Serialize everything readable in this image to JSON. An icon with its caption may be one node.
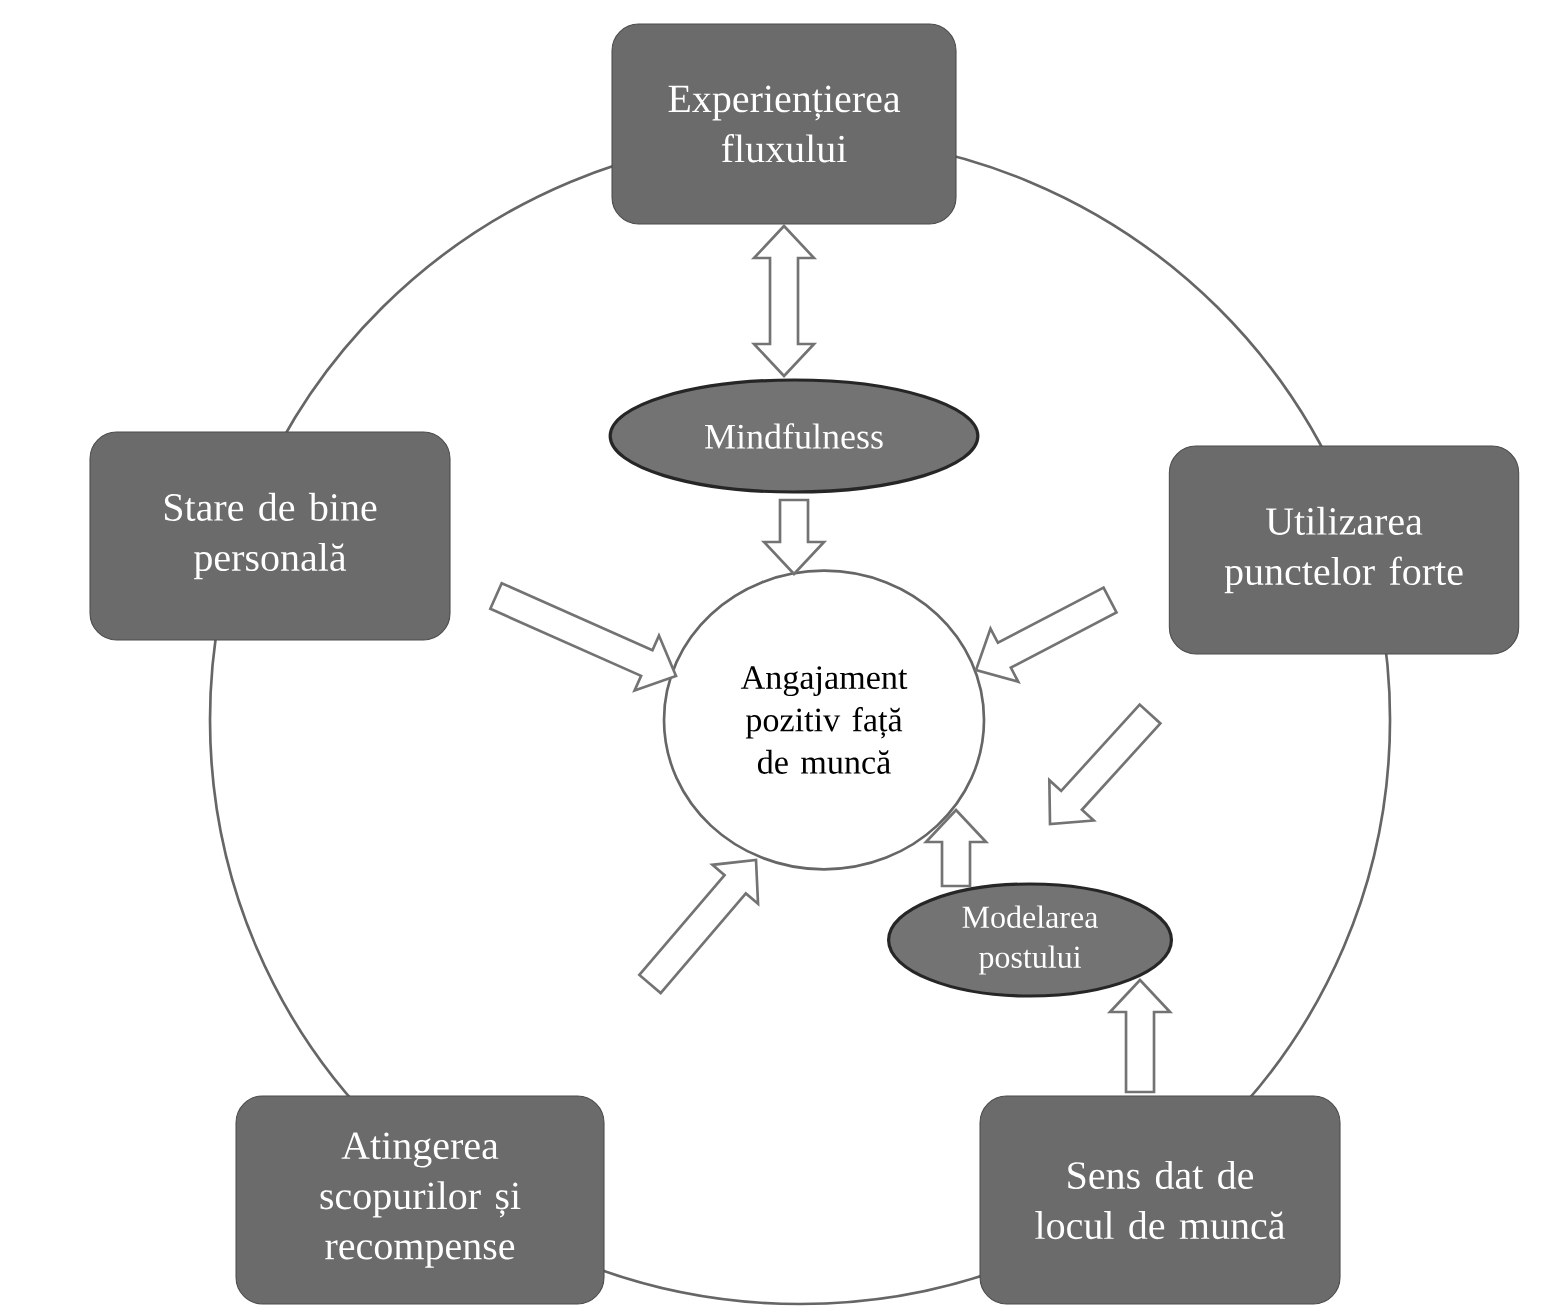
{
  "diagram": {
    "nodes": [
      {
        "text": [
          "Experiențierea fluxului"
        ]
      },
      {
        "text": [
          "Mindfulness"
        ]
      },
      {
        "text": [
          "Stare de bine personală"
        ]
      },
      {
        "text": [
          "Utilizarea punctelor forte"
        ]
      },
      {
        "text": [
          "Angajament pozitiv față de muncă"
        ]
      },
      {
        "text": [
          "Modelarea postului"
        ]
      },
      {
        "text": [
          "Atingerea scopurilor și recompense"
        ]
      },
      {
        "text": [
          "Sens dat de locul de muncă"
        ]
      }
    ],
    "edges": [
      {
        "from": 0,
        "to": 1,
        "arrow": "both"
      },
      {
        "from": 1,
        "to": 4,
        "arrow": "to"
      },
      {
        "from": 2,
        "to": 4,
        "arrow": "to"
      },
      {
        "from": 3,
        "to": 4,
        "arrow": "to"
      },
      {
        "from": 3,
        "to": 5,
        "arrow": "to"
      },
      {
        "from": 5,
        "to": 4,
        "arrow": "to"
      },
      {
        "from": 6,
        "to": 4,
        "arrow": "to"
      },
      {
        "from": 7,
        "to": 5,
        "arrow": "to"
      }
    ]
  }
}
